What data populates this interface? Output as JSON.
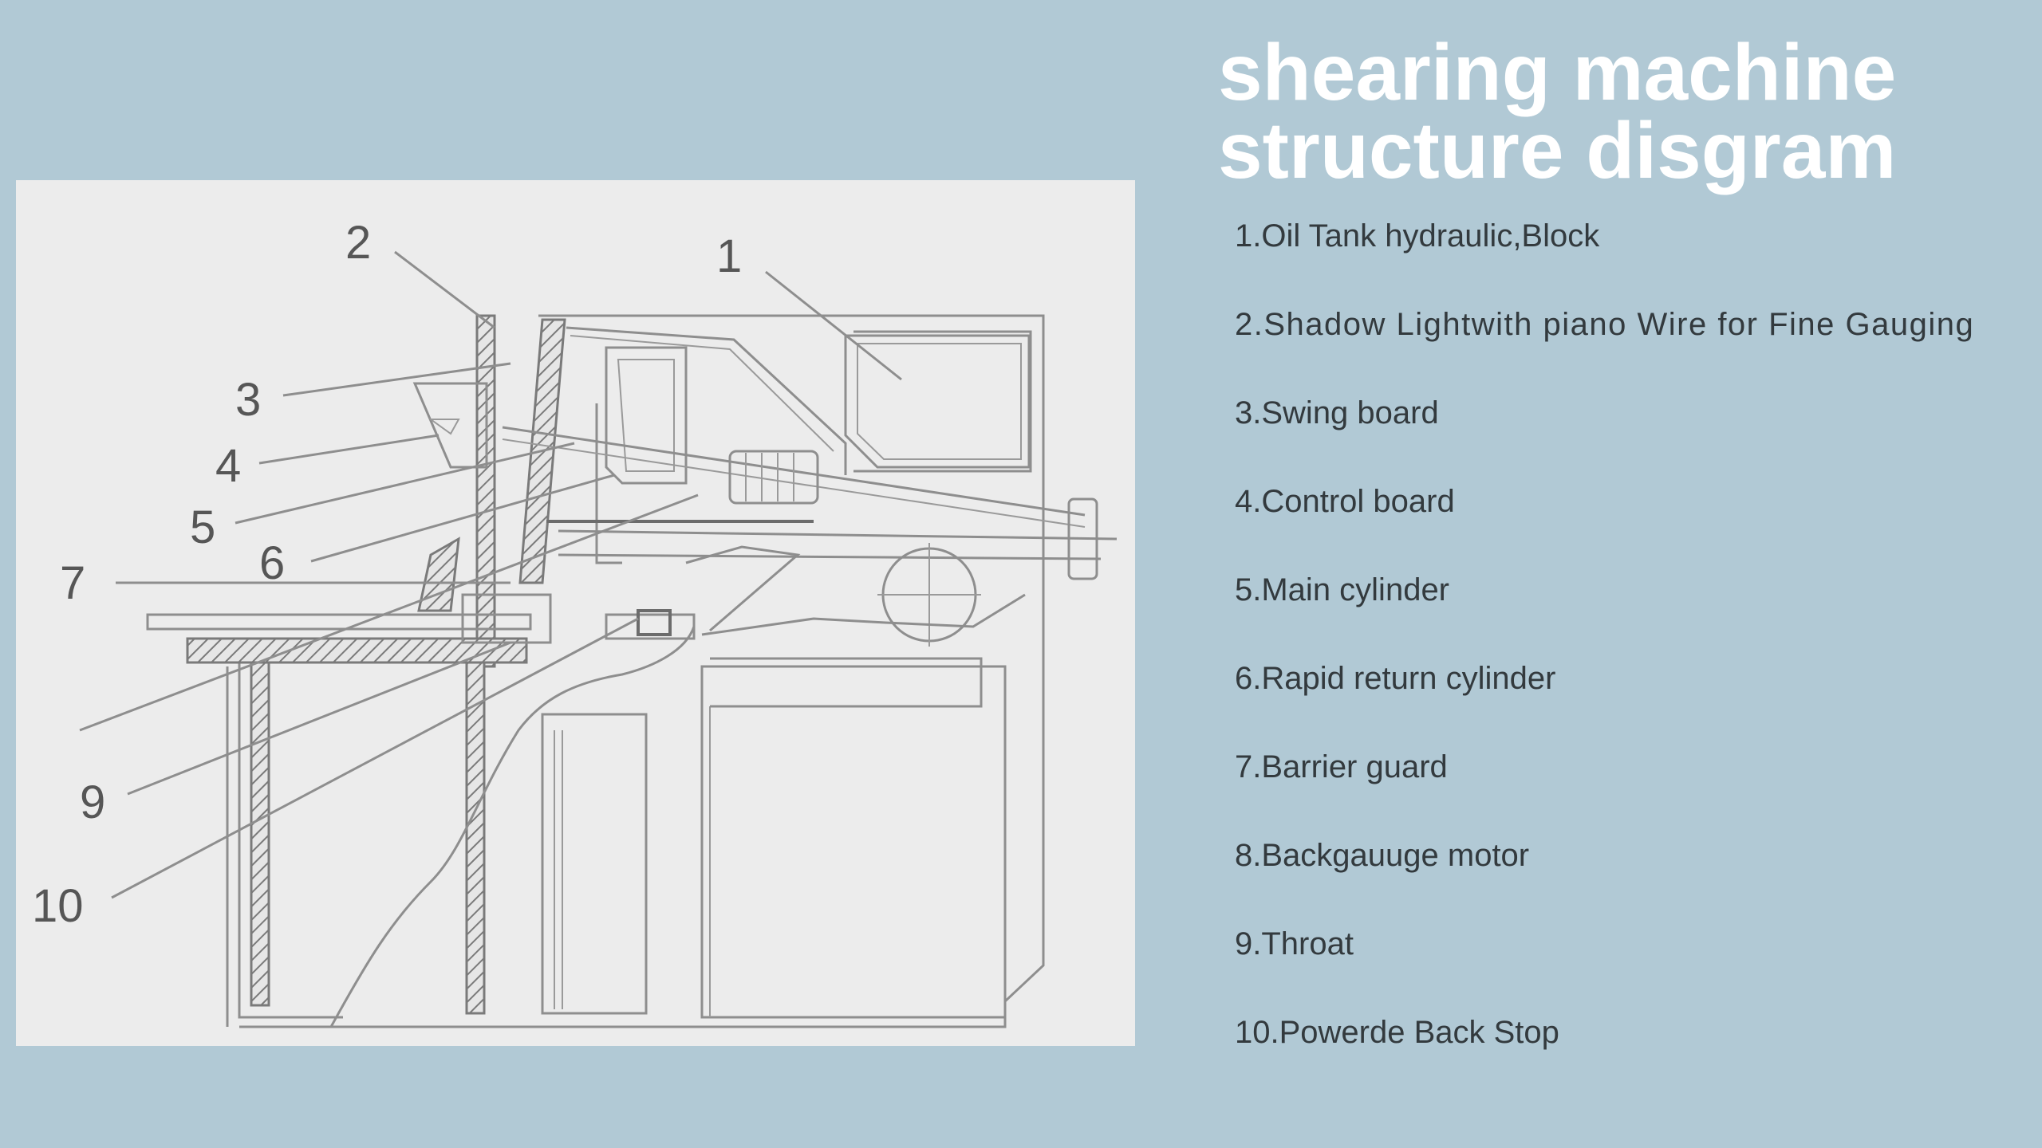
{
  "title": {
    "line1": "shearing machine",
    "line2": "structure disgram"
  },
  "diagram": {
    "callouts": [
      "1",
      "2",
      "3",
      "4",
      "5",
      "6",
      "7",
      "9",
      "10"
    ]
  },
  "legend": [
    "1.Oil Tank hydraulic,Block",
    "2.Shadow Lightwith piano Wire for Fine Gauging",
    "3.Swing board",
    "4.Control board",
    "5.Main cylinder",
    "6.Rapid return cylinder",
    "7.Barrier guard",
    "8.Backgauuge motor",
    "9.Throat",
    "10.Powerde Back Stop"
  ],
  "colors": {
    "background": "#b1c9d5",
    "panel": "#ececec",
    "title": "#ffffff",
    "text": "#333a3e"
  }
}
